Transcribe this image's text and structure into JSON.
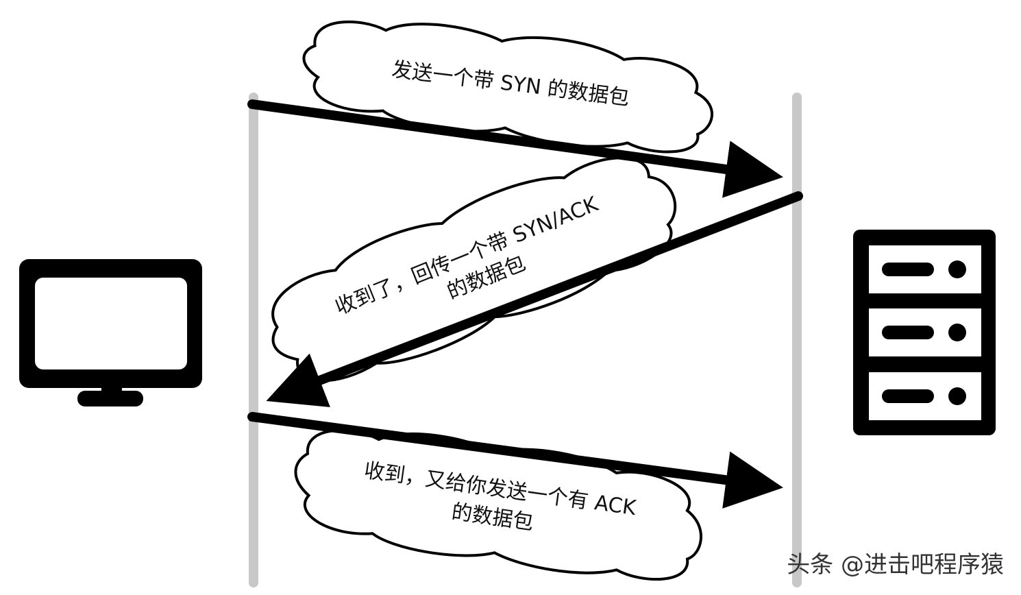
{
  "title": "TCP three-way handshake",
  "steps": [
    {
      "label_line1": "发送一个带 SYN 的数据包"
    },
    {
      "label_line1": "收到了，回传一个带 SYN/ACK",
      "label_line2": "的数据包"
    },
    {
      "label_line1": "收到，又给你发送一个有 ACK",
      "label_line2": "的数据包"
    }
  ],
  "icons": {
    "client": "monitor-icon",
    "server": "server-icon"
  },
  "watermark": "头条 @进击吧程序猿",
  "colors": {
    "arrow": "#000000",
    "lifeline": "#c8c8c8",
    "cloud_fill": "#ffffff"
  }
}
